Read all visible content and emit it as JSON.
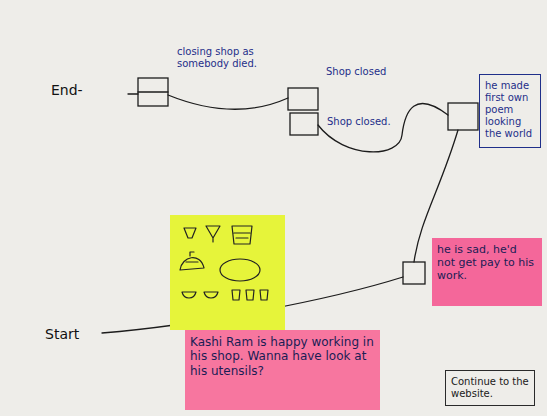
{
  "diagram": {
    "nodes": [
      {
        "text": [
          "he made first own poem looking the world"
        ]
      },
      {
        "text": [
          "he is sad, he'd not get pay to his work."
        ]
      },
      {
        "text": [
          "Kashi Ram is happy working in his shop. Wanna have look at his utensils?"
        ]
      },
      {
        "text": [
          "Continue to the website."
        ]
      }
    ],
    "labels": [
      "End-",
      "Start",
      "closing shop as somebody died.",
      "Shop closed",
      "Shop closed."
    ]
  }
}
